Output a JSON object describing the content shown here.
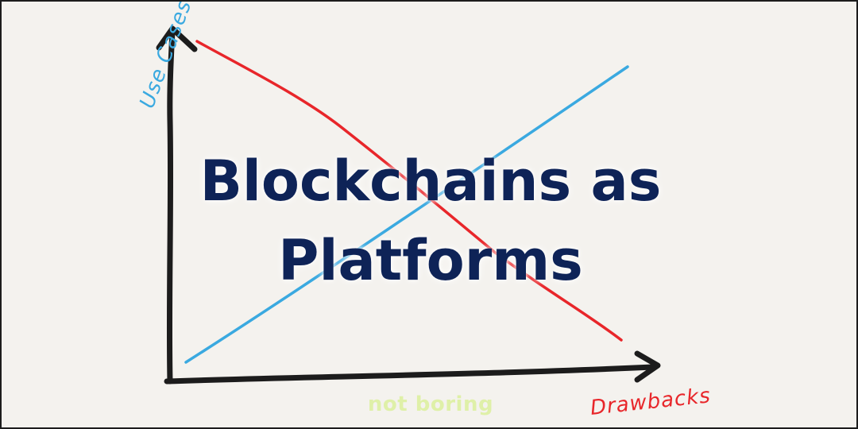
{
  "title": {
    "line1": "Blockchains as",
    "line2": "Platforms"
  },
  "axes": {
    "y_label": "Use Cases",
    "x_label": "Drawbacks"
  },
  "watermark": "not boring",
  "colors": {
    "background": "#f4f2ee",
    "axis": "#1c1c1c",
    "use_cases_line": "#3aa9e0",
    "drawbacks_line": "#e8262a",
    "title": "#0e2357",
    "watermark": "#dff0a8"
  }
}
